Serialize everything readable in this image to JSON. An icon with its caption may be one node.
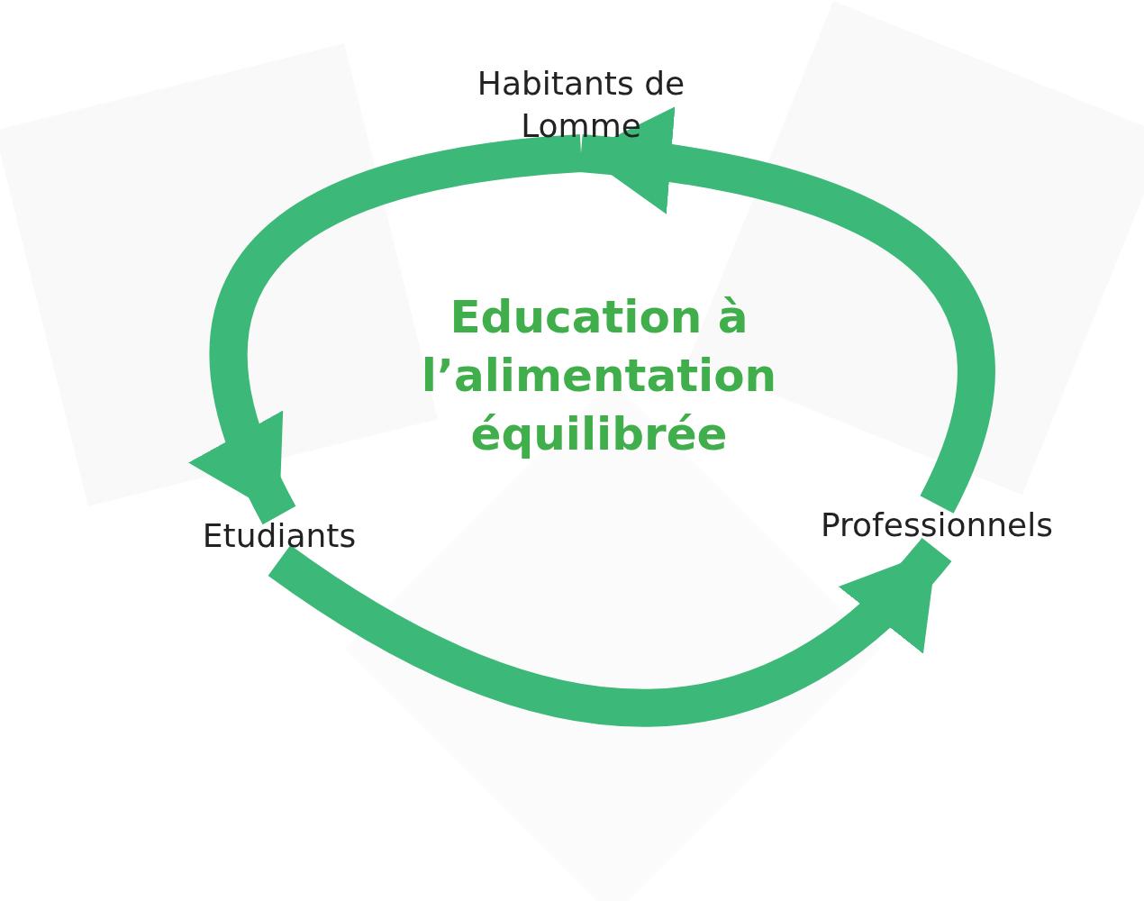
{
  "diagram": {
    "title": "Education à l’alimentation équilibrée",
    "nodes": [
      {
        "text": [
          "Habitants de Lomme"
        ]
      },
      {
        "text": [
          "Etudiants"
        ]
      },
      {
        "text": [
          "Professionnels"
        ]
      }
    ],
    "edges": [
      {
        "from": 0,
        "to": 1,
        "arrow": "to"
      },
      {
        "from": 1,
        "to": 2,
        "arrow": "to"
      },
      {
        "from": 2,
        "to": 0,
        "arrow": "to"
      }
    ]
  }
}
